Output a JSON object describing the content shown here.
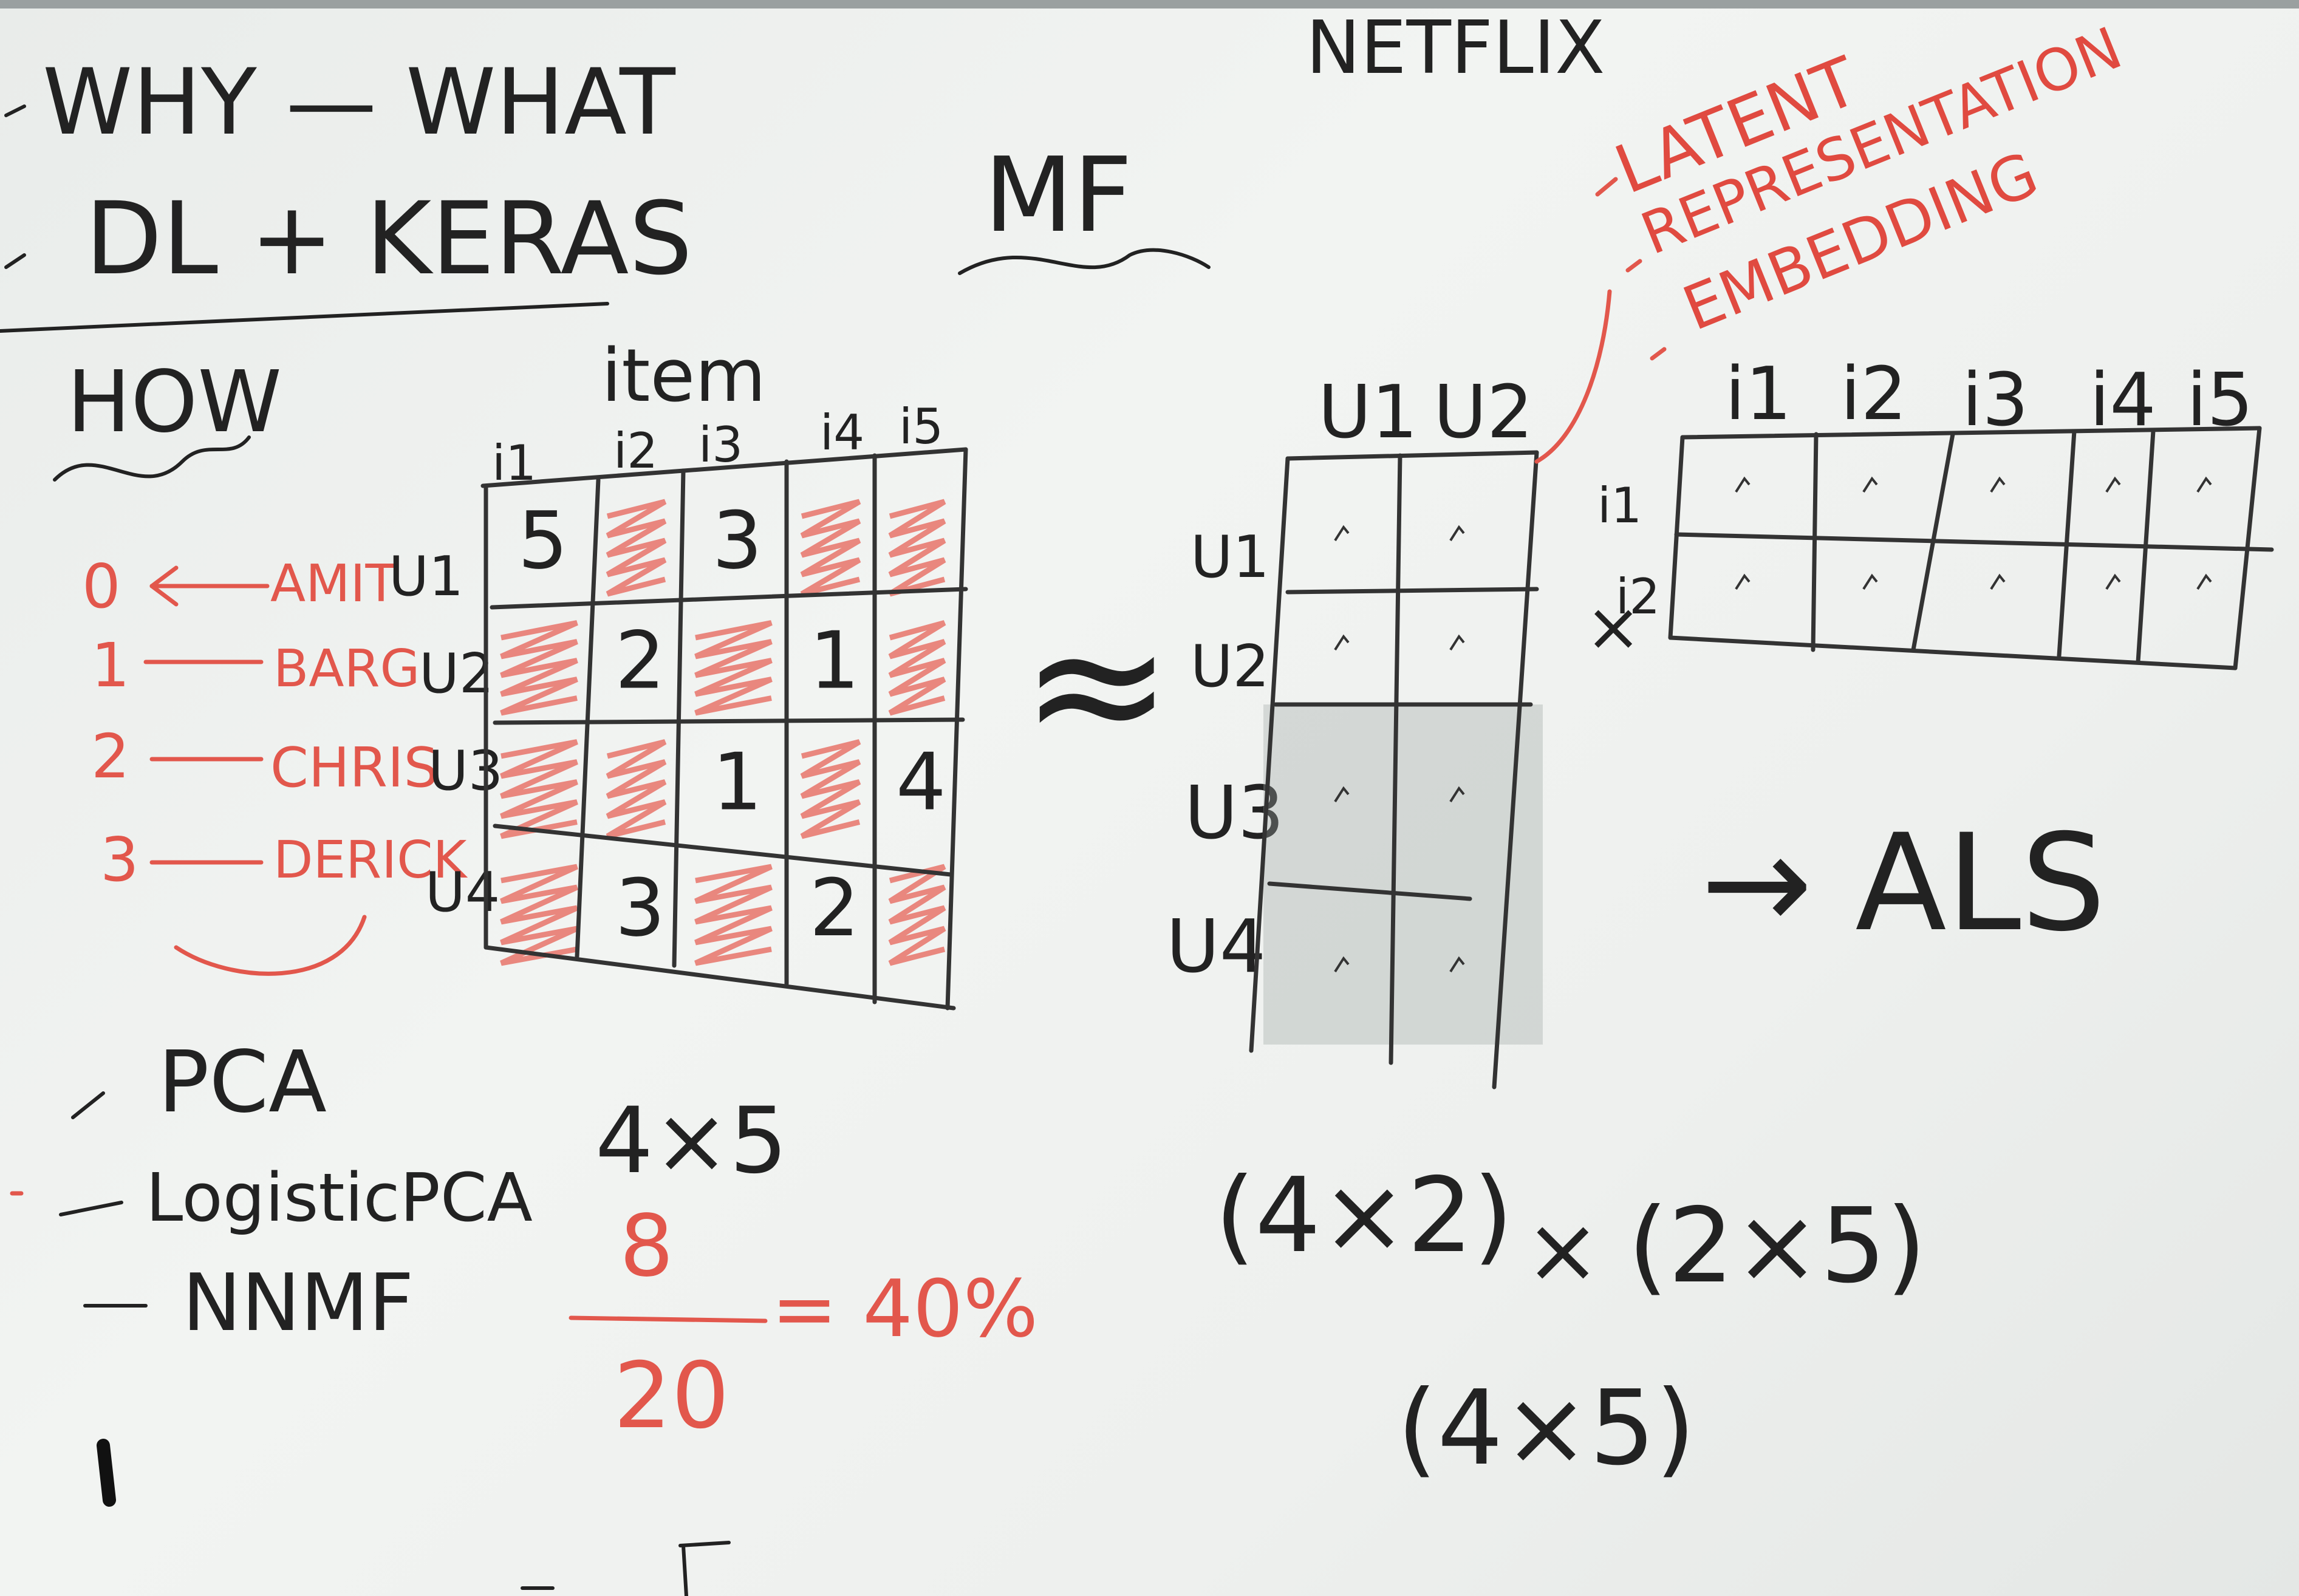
{
  "topics": [
    {
      "text": "WHY — WHAT"
    },
    {
      "text": "DL + KERAS"
    }
  ],
  "how_label": "HOW",
  "netflix_label": "NETFLIX",
  "mf_label": "MF",
  "item_label": "item",
  "items": [
    "i1",
    "i2",
    "i3",
    "i4",
    "i5"
  ],
  "users": [
    "U1",
    "U2",
    "U3",
    "U4"
  ],
  "user_index": [
    {
      "index": "0",
      "name": "AMIT"
    },
    {
      "index": "1",
      "name": "BARG"
    },
    {
      "index": "2",
      "name": "CHRIS"
    },
    {
      "index": "3",
      "name": "DERICK"
    }
  ],
  "ratings": [
    [
      "5",
      "",
      "3",
      "",
      ""
    ],
    [
      "",
      "2",
      "",
      "1",
      ""
    ],
    [
      "",
      "",
      "1",
      "",
      "4"
    ],
    [
      "",
      "3",
      "",
      "2",
      ""
    ]
  ],
  "methods": [
    "PCA",
    "LogisticPCA",
    "NNMF"
  ],
  "dims": {
    "matrix": "4×5",
    "numerator": "8",
    "denominator": "20",
    "result": "= 40%"
  },
  "approx_symbol": "≈",
  "latent_cols": [
    "U1",
    "U2"
  ],
  "latent_rows": [
    "U1",
    "U2",
    "U3",
    "U4"
  ],
  "red_notes": [
    "LATENT",
    "REPRESENTATION",
    "EMBEDDING"
  ],
  "item_matrix_rows": [
    "i1",
    "i2"
  ],
  "als_label": "→ ALS",
  "product_dims": {
    "left": "(4×2)",
    "times": "×",
    "right": "(2×5)",
    "result": "(4×5)"
  },
  "colors": {
    "marker_black": "#222222",
    "marker_red": "#e2574c",
    "board": "#eef0ee"
  }
}
